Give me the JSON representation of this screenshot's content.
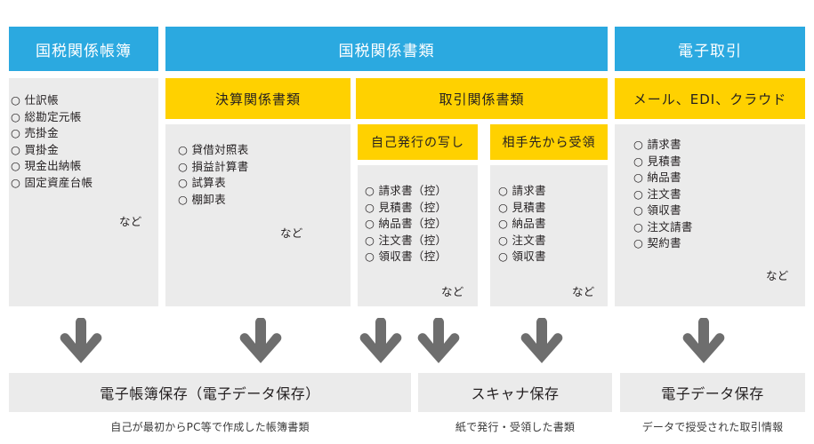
{
  "diagram": {
    "title_implied": "電子帳簿保存法 保存区分",
    "colors": {
      "header_blue": "#2ba9e0",
      "header_yellow": "#ffd100",
      "panel_gray": "#ebebeb",
      "arrow_gray": "#6e6e6e",
      "text_dark": "#231f20"
    }
  },
  "columns": [
    {
      "key": "books",
      "header": "国税関係帳簿",
      "items": [
        "仕訳帳",
        "総勘定元帳",
        "売掛金",
        "買掛金",
        "現金出納帳",
        "固定資産台帳"
      ],
      "etc": "など"
    },
    {
      "key": "documents",
      "header": "国税関係書類",
      "subgroups": [
        {
          "key": "settlement",
          "header": "決算関係書類",
          "items": [
            "貸借対照表",
            "損益計算書",
            "試算表",
            "棚卸表"
          ],
          "etc": "など"
        },
        {
          "key": "transaction",
          "header": "取引関係書類",
          "subgroups": [
            {
              "key": "self-issued",
              "header": "自己発行の写し",
              "items": [
                "請求書（控）",
                "見積書（控）",
                "納品書（控）",
                "注文書（控）",
                "領収書（控）"
              ],
              "etc": "など"
            },
            {
              "key": "received",
              "header": "相手先から受領",
              "items": [
                "請求書",
                "見積書",
                "納品書",
                "注文書",
                "領収書"
              ],
              "etc": "など"
            }
          ]
        }
      ]
    },
    {
      "key": "e-transaction",
      "header": "電子取引",
      "subheader": "メール、EDI、クラウド",
      "items": [
        "請求書",
        "見積書",
        "納品書",
        "注文書",
        "領収書",
        "注文請書",
        "契約書"
      ],
      "etc": "など"
    }
  ],
  "storage_methods": [
    {
      "key": "e-book",
      "label": "電子帳簿保存（電子データ保存）",
      "caption": "自己が最初からPC等で作成した帳簿書類"
    },
    {
      "key": "scanner",
      "label": "スキャナ保存",
      "caption": "紙で発行・受領した書類"
    },
    {
      "key": "e-data",
      "label": "電子データ保存",
      "caption": "データで授受された取引情報"
    }
  ],
  "arrows": {
    "icon": "arrow-down-icon",
    "count": 6
  }
}
